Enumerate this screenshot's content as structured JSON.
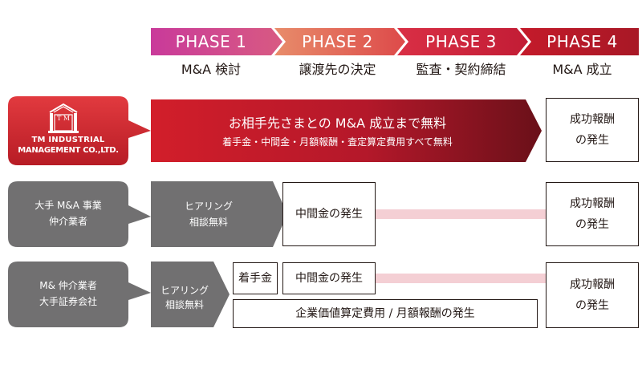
{
  "colors": {
    "phase1": "#c93a9a",
    "phase2": "#e37052",
    "phase3": "#cd243d",
    "phase4": "#b51e2a",
    "band_red": "#c41a26",
    "band_dark": "#6e1018",
    "gray": "#717071",
    "connector_pink": "#f4cfd4"
  },
  "phases": [
    {
      "label": "PHASE 1",
      "sub": "M&A 検討"
    },
    {
      "label": "PHASE 2",
      "sub": "譲渡先の決定"
    },
    {
      "label": "PHASE 3",
      "sub": "監査・契約締結"
    },
    {
      "label": "PHASE 4",
      "sub": "M&A 成立"
    }
  ],
  "rows": {
    "tm": {
      "logo_text_1": "TM INDUSTRIAL",
      "logo_text_2": "MANAGEMENT CO.,LTD.",
      "logo_mark": "T M",
      "band_title": "お相手先さまとの M&A 成立まで無料",
      "band_sub": "着手金・中間金・月額報酬・査定算定費用すべて無料",
      "success_1": "成功報酬",
      "success_2": "の発生"
    },
    "big": {
      "company_1": "大手 M&A 事業",
      "company_2": "仲介業者",
      "hearing_1": "ヒアリング",
      "hearing_2": "相談無料",
      "interim": "中間金の発生",
      "success_1": "成功報酬",
      "success_2": "の発生"
    },
    "broker": {
      "company_1": "M& 仲介業者",
      "company_2": "大手証券会社",
      "hearing_1": "ヒアリング",
      "hearing_2": "相談無料",
      "retainer": "着手金",
      "interim": "中間金の発生",
      "valuation": "企業価値算定費用 / 月額報酬の発生",
      "success_1": "成功報酬",
      "success_2": "の発生"
    }
  }
}
